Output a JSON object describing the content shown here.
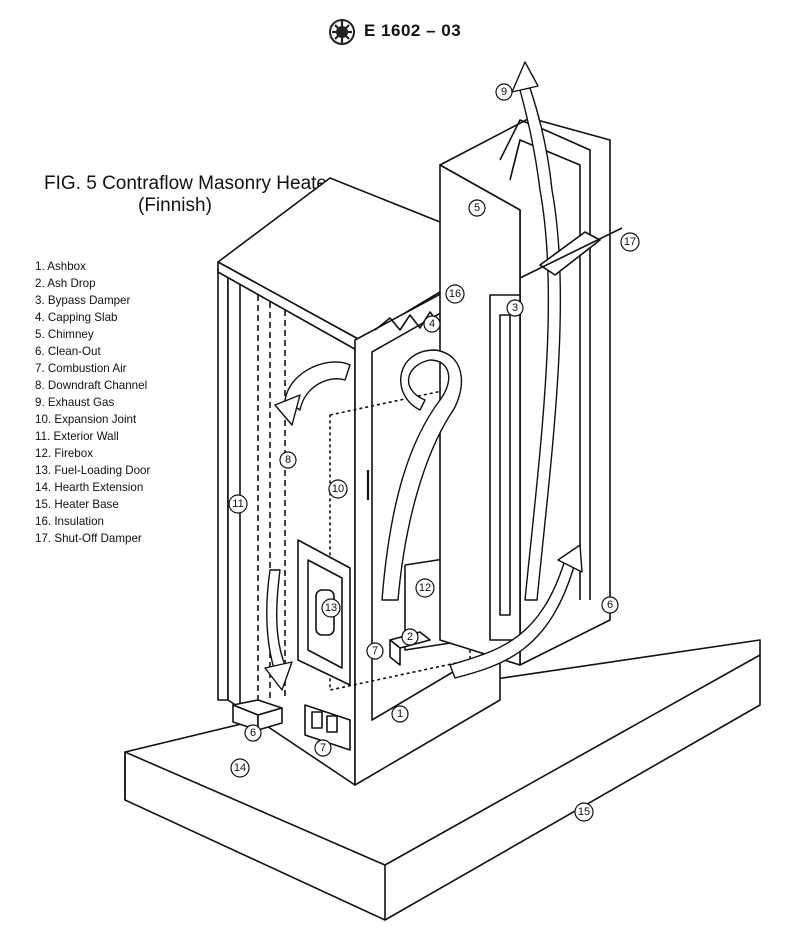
{
  "header": {
    "logo_icon": "astm-logo-icon",
    "doc_number": "E 1602 – 03"
  },
  "figure": {
    "title": "FIG. 5 Contraflow Masonry Heater",
    "subtitle": "(Finnish)"
  },
  "legend": [
    "1.  Ashbox",
    "2.  Ash Drop",
    "3.  Bypass Damper",
    "4.  Capping Slab",
    "5.  Chimney",
    "6.  Clean-Out",
    "7.  Combustion Air",
    "8.  Downdraft Channel",
    "9.  Exhaust Gas",
    "10.  Expansion Joint",
    "11.  Exterior Wall",
    "12.  Firebox",
    "13.  Fuel-Loading Door",
    "14.  Hearth Extension",
    "15.  Heater Base",
    "16.  Insulation",
    "17.  Shut-Off Damper"
  ],
  "callouts": [
    "1",
    "2",
    "3",
    "4",
    "5",
    "6",
    "6",
    "7",
    "7",
    "8",
    "9",
    "10",
    "11",
    "12",
    "13",
    "14",
    "15",
    "16",
    "17"
  ]
}
